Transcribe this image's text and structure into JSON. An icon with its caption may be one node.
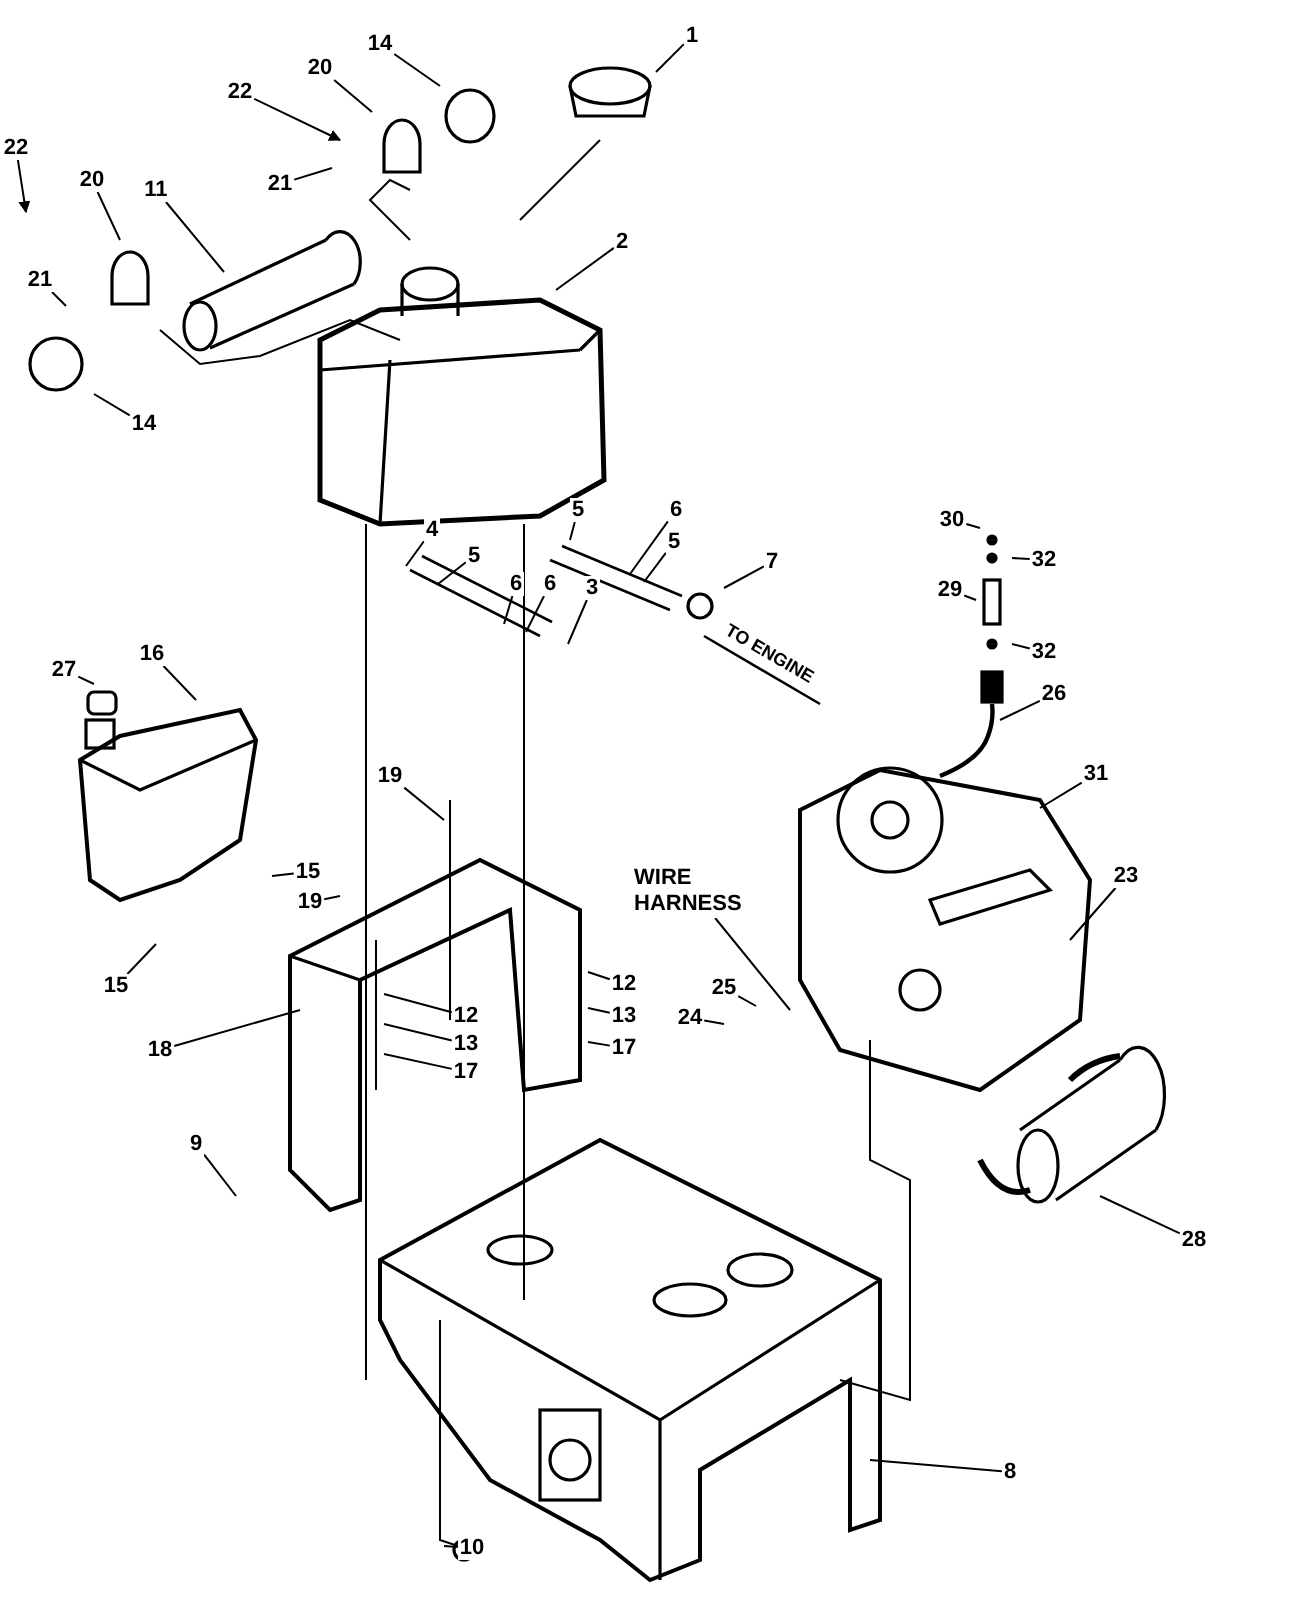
{
  "diagram": {
    "nodes": [
      {
        "text": [
          "1"
        ]
      },
      {
        "text": [
          "14"
        ]
      },
      {
        "text": [
          "20"
        ]
      },
      {
        "text": [
          "22"
        ]
      },
      {
        "text": [
          "21"
        ]
      },
      {
        "text": [
          "11"
        ]
      },
      {
        "text": [
          "20"
        ]
      },
      {
        "text": [
          "22"
        ]
      },
      {
        "text": [
          "21"
        ]
      },
      {
        "text": [
          "2"
        ]
      },
      {
        "text": [
          "14"
        ]
      },
      {
        "text": [
          "5"
        ]
      },
      {
        "text": [
          "6"
        ]
      },
      {
        "text": [
          "30"
        ]
      },
      {
        "text": [
          "4"
        ]
      },
      {
        "text": [
          "5"
        ]
      },
      {
        "text": [
          "5"
        ]
      },
      {
        "text": [
          "32"
        ]
      },
      {
        "text": [
          "7"
        ]
      },
      {
        "text": [
          "6"
        ]
      },
      {
        "text": [
          "6"
        ]
      },
      {
        "text": [
          "3"
        ]
      },
      {
        "text": [
          "29"
        ]
      },
      {
        "text": [
          "32"
        ]
      },
      {
        "text": [
          "16"
        ]
      },
      {
        "text": [
          "27"
        ]
      },
      {
        "text": [
          "26"
        ]
      },
      {
        "text": [
          "31"
        ]
      },
      {
        "text": [
          "19"
        ]
      },
      {
        "text": [
          "15"
        ]
      },
      {
        "text": [
          "23"
        ]
      },
      {
        "text": [
          "WIRE HARNESS"
        ]
      },
      {
        "text": [
          "19"
        ]
      },
      {
        "text": [
          "15"
        ]
      },
      {
        "text": [
          "12"
        ]
      },
      {
        "text": [
          "25"
        ]
      },
      {
        "text": [
          "12"
        ]
      },
      {
        "text": [
          "13"
        ]
      },
      {
        "text": [
          "24"
        ]
      },
      {
        "text": [
          "13"
        ]
      },
      {
        "text": [
          "17"
        ]
      },
      {
        "text": [
          "18"
        ]
      },
      {
        "text": [
          "17"
        ]
      },
      {
        "text": [
          "9"
        ]
      },
      {
        "text": [
          "28"
        ]
      },
      {
        "text": [
          "8"
        ]
      },
      {
        "text": [
          "10"
        ]
      }
    ],
    "edges": [
      {
        "from": 0,
        "to": null,
        "arrow": "none"
      },
      {
        "from": 1,
        "to": null,
        "arrow": "none"
      },
      {
        "from": 2,
        "to": null,
        "arrow": "none"
      },
      {
        "from": 3,
        "to": null,
        "arrow": "to"
      },
      {
        "from": 4,
        "to": null,
        "arrow": "none"
      },
      {
        "from": 5,
        "to": null,
        "arrow": "none"
      },
      {
        "from": 6,
        "to": null,
        "arrow": "none"
      },
      {
        "from": 7,
        "to": null,
        "arrow": "to"
      },
      {
        "from": 8,
        "to": null,
        "arrow": "none"
      },
      {
        "from": 9,
        "to": null,
        "arrow": "none"
      },
      {
        "from": 10,
        "to": null,
        "arrow": "none"
      },
      {
        "from": 11,
        "to": null,
        "arrow": "none"
      },
      {
        "from": 12,
        "to": null,
        "arrow": "none"
      },
      {
        "from": 13,
        "to": null,
        "arrow": "none"
      },
      {
        "from": 14,
        "to": null,
        "arrow": "none"
      },
      {
        "from": 15,
        "to": null,
        "arrow": "none"
      },
      {
        "from": 16,
        "to": null,
        "arrow": "none"
      },
      {
        "from": 17,
        "to": null,
        "arrow": "none"
      },
      {
        "from": 18,
        "to": null,
        "arrow": "none"
      },
      {
        "from": 19,
        "to": null,
        "arrow": "none"
      },
      {
        "from": 20,
        "to": null,
        "arrow": "none"
      },
      {
        "from": 21,
        "to": null,
        "arrow": "none"
      },
      {
        "from": 22,
        "to": null,
        "arrow": "none"
      },
      {
        "from": 23,
        "to": null,
        "arrow": "none"
      },
      {
        "from": 24,
        "to": null,
        "arrow": "none"
      },
      {
        "from": 25,
        "to": null,
        "arrow": "none"
      },
      {
        "from": 26,
        "to": null,
        "arrow": "none"
      },
      {
        "from": 27,
        "to": null,
        "arrow": "none"
      },
      {
        "from": 28,
        "to": null,
        "arrow": "none"
      },
      {
        "from": 29,
        "to": null,
        "arrow": "none"
      },
      {
        "from": 30,
        "to": null,
        "arrow": "none"
      },
      {
        "from": 31,
        "to": null,
        "arrow": "none"
      },
      {
        "from": 32,
        "to": null,
        "arrow": "none"
      },
      {
        "from": 33,
        "to": null,
        "arrow": "none"
      },
      {
        "from": 34,
        "to": null,
        "arrow": "none"
      },
      {
        "from": 35,
        "to": null,
        "arrow": "none"
      },
      {
        "from": 36,
        "to": null,
        "arrow": "none"
      },
      {
        "from": 37,
        "to": null,
        "arrow": "none"
      },
      {
        "from": 38,
        "to": null,
        "arrow": "none"
      },
      {
        "from": 39,
        "to": null,
        "arrow": "none"
      },
      {
        "from": 40,
        "to": null,
        "arrow": "none"
      },
      {
        "from": 41,
        "to": null,
        "arrow": "none"
      },
      {
        "from": 42,
        "to": null,
        "arrow": "none"
      },
      {
        "from": 43,
        "to": null,
        "arrow": "none"
      },
      {
        "from": 44,
        "to": null,
        "arrow": "none"
      },
      {
        "from": 45,
        "to": null,
        "arrow": "none"
      },
      {
        "from": 46,
        "to": null,
        "arrow": "none"
      }
    ],
    "labels": [
      "TO ENGINE"
    ]
  }
}
